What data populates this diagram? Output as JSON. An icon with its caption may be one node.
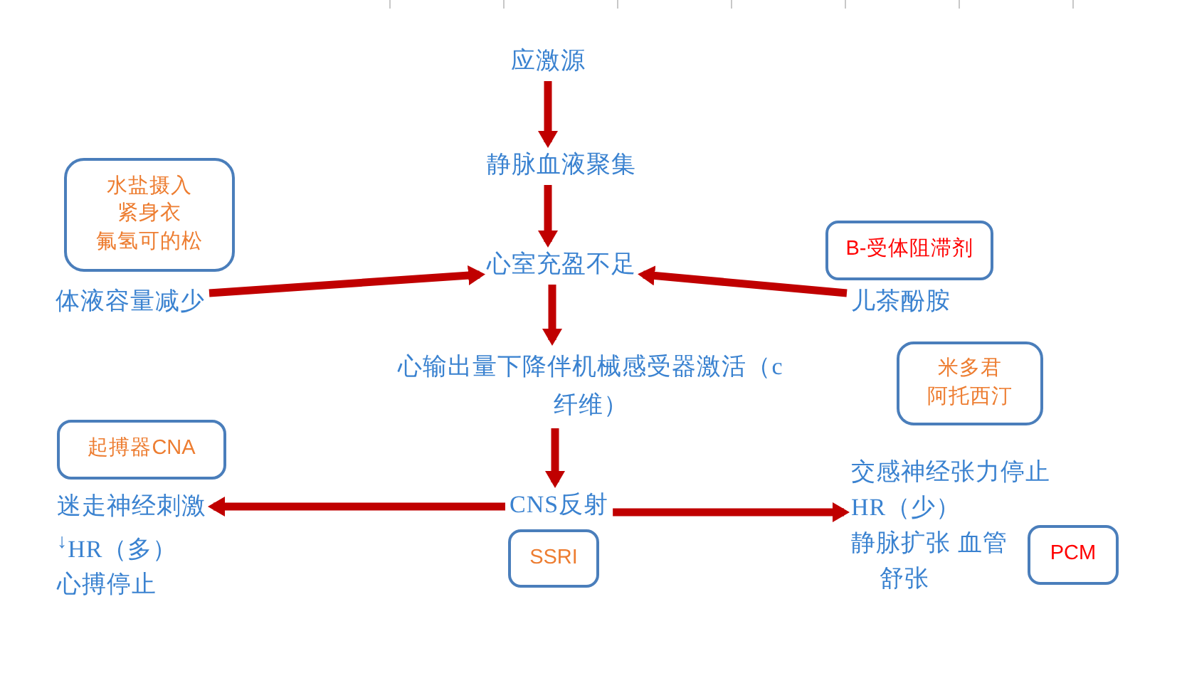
{
  "diagram": {
    "nodes": [
      {
        "text": [
          "应激源"
        ]
      },
      {
        "text": [
          "静脉血液聚集"
        ]
      },
      {
        "text": [
          "水盐摄入",
          "紧身衣",
          "氟氢可的松"
        ]
      },
      {
        "text": [
          "B-受体阻滞剂"
        ]
      },
      {
        "text": [
          "心室充盈不足"
        ]
      },
      {
        "text": [
          "体液容量减少"
        ]
      },
      {
        "text": [
          "儿茶酚胺"
        ]
      },
      {
        "text": [
          "米多君",
          "阿托西汀"
        ]
      },
      {
        "text": [
          "心输出量下降伴机械感受器激活（c纤维）"
        ]
      },
      {
        "text": [
          "起搏器CNA"
        ]
      },
      {
        "text": [
          "交感神经张力停止",
          "HR（少）",
          "静脉扩张 血管舒张"
        ]
      },
      {
        "text": [
          "迷走神经刺激",
          "$^{↓}$HR（多）",
          "心搏停止"
        ]
      },
      {
        "text": [
          "CNS反射"
        ]
      },
      {
        "text": [
          "SSRI"
        ]
      },
      {
        "text": [
          "PCM"
        ]
      }
    ],
    "edges": [
      {
        "from": 0,
        "to": 1,
        "arrow": "to"
      },
      {
        "from": 1,
        "to": 4,
        "arrow": "to"
      },
      {
        "from": 4,
        "to": 8,
        "arrow": "to"
      },
      {
        "from": 8,
        "to": 12,
        "arrow": "to"
      },
      {
        "from": 5,
        "to": 4,
        "arrow": "to"
      },
      {
        "from": 6,
        "to": 4,
        "arrow": "to"
      },
      {
        "from": 12,
        "to": 11,
        "arrow": "to"
      },
      {
        "from": 12,
        "to": 10,
        "arrow": "to"
      }
    ]
  }
}
